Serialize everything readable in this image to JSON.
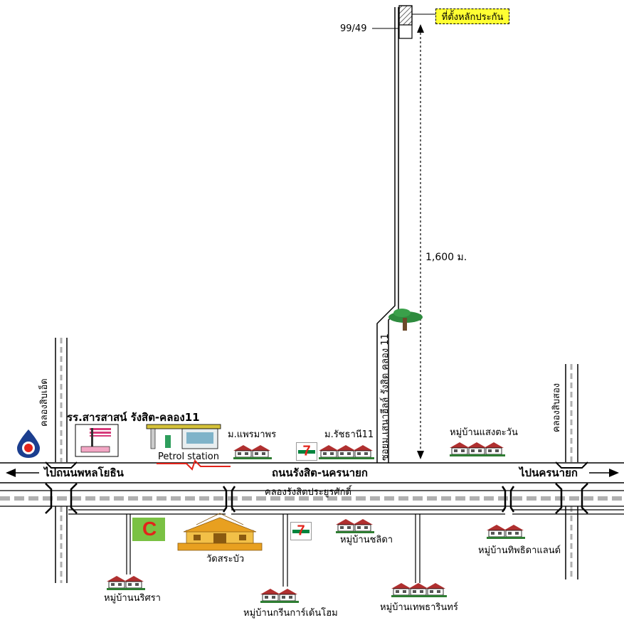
{
  "labels": {
    "pin_label": "ที่ตั้งหลักประกัน",
    "house_no": "99/49",
    "distance": "1,600 ม.",
    "soi": "ซอยม.เสนาฮีลล์ รังสิต คลอง 11",
    "main_road": "ถนนรังสิต-นครนายก",
    "to_left": "ไปถนนพหลโยธิน",
    "to_right": "ไปนครนายก",
    "canal_main": "คลองรังสิตประยูรศักดิ์",
    "canal_left": "คลองสิบเอ็ด",
    "canal_right": "คลองสิบสอง",
    "school": "รร.สารสาสน์ รังสิต-คลอง11",
    "petrol": "Petrol station",
    "v_phraemaphon": "ม.แพรมาพร",
    "v_ratchathani": "ม.รัชธานี11",
    "v_saengtawan": "หมู่บ้านแสงตะวัน",
    "temple": "วัดสระบัว",
    "v_chalida": "หมู่บ้านชลิดา",
    "v_thiptida": "หมู่บ้านทิพธิดาแลนด์",
    "v_narisara": "หมู่บ้านนริศรา",
    "v_green": "หมู่บ้านกรีนการ์เด้นโฮม",
    "v_theptharin": "หมู่บ้านเทพธารินทร์"
  },
  "colors": {
    "pin_bg": "#ffff33",
    "road": "#000000",
    "canal": "#b0b0b0",
    "house_roof": "#b03030",
    "temple": "#e8a020",
    "petrol_red": "#e2231a"
  }
}
